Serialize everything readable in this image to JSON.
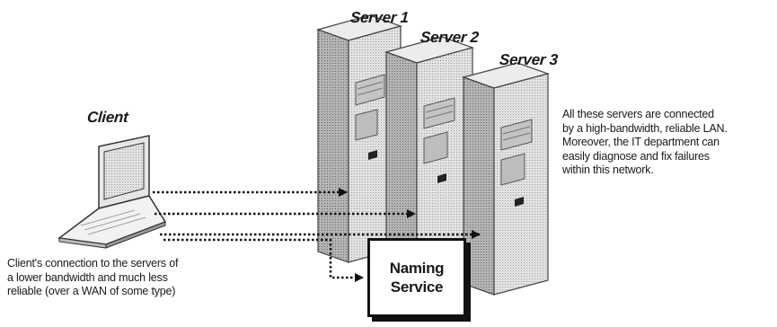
{
  "labels": {
    "server1": "Server 1",
    "server2": "Server 2",
    "server3": "Server 3",
    "client": "Client"
  },
  "naming_service": {
    "line1": "Naming",
    "line2": "Service"
  },
  "notes": {
    "lan": "All these servers are connected\nby a high-bandwidth, reliable LAN.\nMoreover, the IT department can\neasily diagnose and fix failures\nwithin this network.",
    "client": "Client's connection to the servers of\na lower bandwidth and much less\nreliable (over a WAN of some type)"
  },
  "colors": {
    "server_face": "#d8d8d8",
    "server_side": "#a9a9a9",
    "outline": "#333333"
  }
}
